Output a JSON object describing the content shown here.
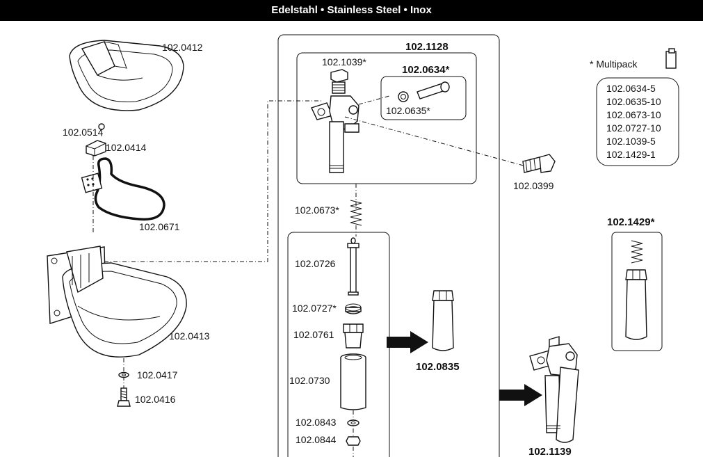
{
  "header": {
    "title": "Edelstahl • Stainless Steel • Inox"
  },
  "parts": {
    "p0412": "102.0412",
    "p0514": "102.0514",
    "p0414": "102.0414",
    "p0671": "102.0671",
    "p0413": "102.0413",
    "p0417": "102.0417",
    "p0416": "102.0416",
    "p1128": "102.1128",
    "p1039": "102.1039*",
    "p0634": "102.0634*",
    "p0635": "102.0635*",
    "p0399": "102.0399",
    "p0673": "102.0673*",
    "p0726": "102.0726",
    "p0727": "102.0727*",
    "p0761": "102.0761",
    "p0730": "102.0730",
    "p0843": "102.0843",
    "p0844": "102.0844",
    "p0835": "102.0835",
    "p1139": "102.1139",
    "p1429": "102.1429*"
  },
  "multipack": {
    "title": "* Multipack",
    "items": [
      "102.0634-5",
      "102.0635-10",
      "102.0673-10",
      "102.0727-10",
      "102.1039-5",
      "102.1429-1"
    ]
  }
}
